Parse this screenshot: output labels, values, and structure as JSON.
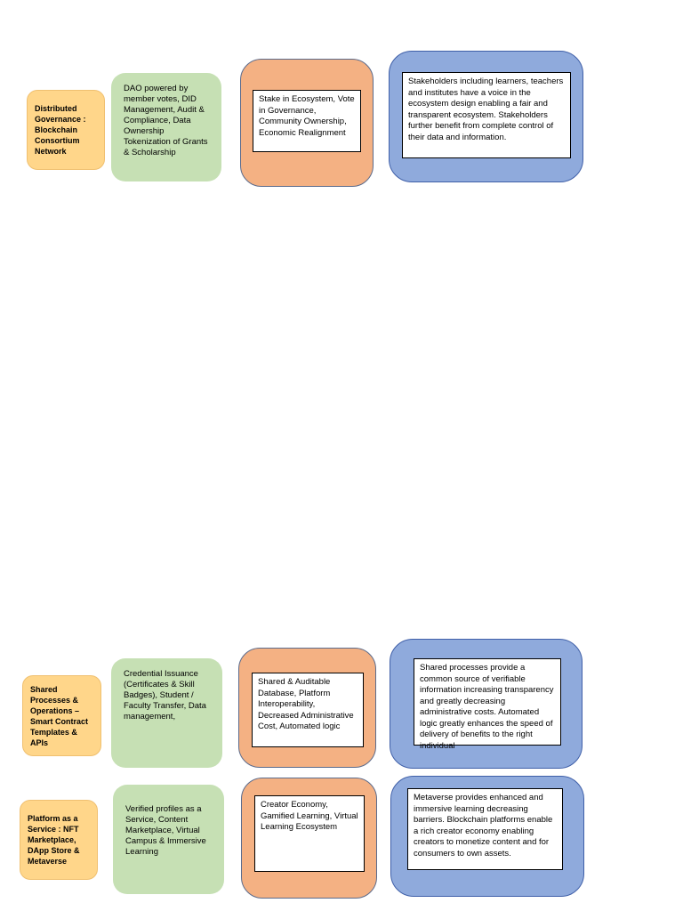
{
  "rows": [
    {
      "label": "Distributed Governance : Blockchain Consortium Network",
      "features": "DAO powered by member votes, DID Management, Audit & Compliance, Data Ownership Tokenization of Grants & Scholarship",
      "value": "Stake in Ecosystem, Vote in Governance, Community Ownership, Economic Realignment",
      "description": "Stakeholders including learners, teachers and institutes have a voice in the ecosystem design enabling a fair and transparent ecosystem. Stakeholders further benefit from complete control of their data and information."
    },
    {
      "label": "Shared Processes & Operations – Smart Contract Templates & APIs",
      "features": "Credential Issuance (Certificates & Skill Badges), Student / Faculty Transfer, Data management,",
      "value": "Shared & Auditable Database, Platform Interoperability, Decreased Administrative Cost, Automated logic",
      "description": "Shared processes provide a common source of verifiable information increasing transparency and greatly decreasing administrative costs. Automated logic greatly enhances the speed of delivery of benefits to the right individual"
    },
    {
      "label": "Platform as a Service : NFT Marketplace, DApp Store & Metaverse",
      "features": "Verified profiles as a Service, Content Marketplace, Virtual Campus & Immersive Learning",
      "value": "Creator Economy, Gamified Learning, Virtual Learning Ecosystem",
      "description": "Metaverse provides enhanced and immersive learning decreasing barriers. Blockchain platforms enable a rich creator economy enabling creators to monetize content and for consumers to own assets."
    }
  ]
}
